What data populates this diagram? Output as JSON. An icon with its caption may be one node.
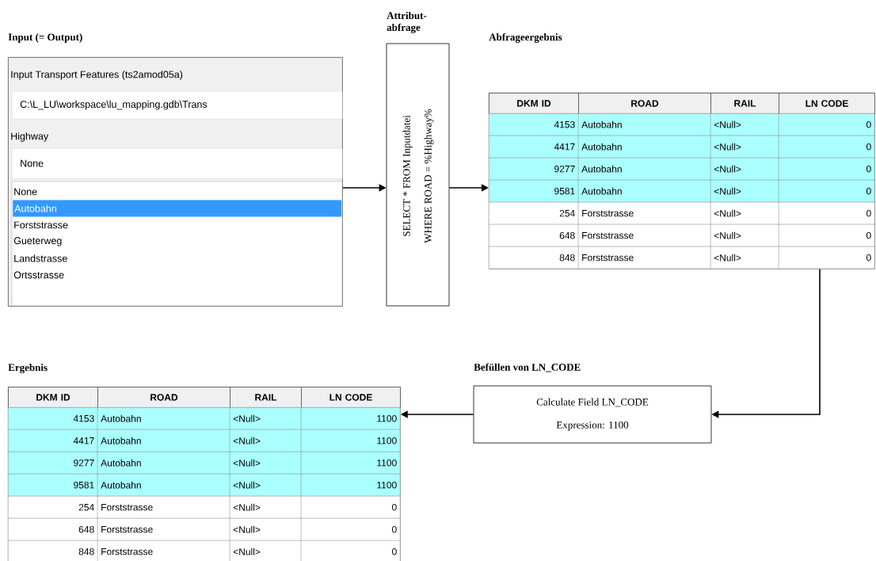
{
  "diagram": {
    "nodes": [
      {
        "text": [
          "Input (= Output)",
          "Input Transport Features (ts2amod05a)",
          "C:\\L_LU\\workspace\\lu_mapping.gdb\\Trans",
          "Highway",
          "None",
          "None",
          "Autobahn",
          "Forststrasse",
          "Gueterweg",
          "Landstrasse",
          "Ortsstrasse"
        ]
      },
      {
        "text": [
          "Attribut- abfrage",
          "SELECT * FROM Inputdatei",
          "WHERE ROAD = %Highway%"
        ]
      },
      {
        "text": [
          "Abfrageergebnis",
          "DKM ID",
          "ROAD",
          "RAIL",
          "LN CODE",
          "4153",
          "Autobahn",
          "<Null>",
          "0",
          "4417",
          "Autobahn",
          "<Null>",
          "0",
          "9277",
          "Autobahn",
          "<Null>",
          "0",
          "9581",
          "Autobahn",
          "<Null>",
          "0",
          "254",
          "Forststrasse",
          "<Null>",
          "0",
          "648",
          "Forststrasse",
          "<Null>",
          "0",
          "848",
          "Forststrasse",
          "<Null>",
          "0"
        ]
      },
      {
        "text": [
          "Befüllen von LN_CODE",
          "Calculate Field LN_CODE",
          "Expression: 1100"
        ]
      },
      {
        "text": [
          "Ergebnis",
          "DKM ID",
          "ROAD",
          "RAIL",
          "LN CODE",
          "4153",
          "Autobahn",
          "<Null>",
          "1100",
          "4417",
          "Autobahn",
          "<Null>",
          "1100",
          "9277",
          "Autobahn",
          "<Null>",
          "1100",
          "9581",
          "Autobahn",
          "<Null>",
          "1100",
          "254",
          "Forststrasse",
          "<Null>",
          "0",
          "648",
          "Forststrasse",
          "<Null>",
          "0",
          "848",
          "Forststrasse",
          "<Null>",
          "0"
        ]
      }
    ],
    "edges": [
      {
        "from": 0,
        "to": 1,
        "arrow": "to"
      },
      {
        "from": 1,
        "to": 2,
        "arrow": "to"
      },
      {
        "from": 2,
        "to": 3,
        "arrow": "to"
      },
      {
        "from": 3,
        "to": 4,
        "arrow": "to"
      }
    ]
  }
}
